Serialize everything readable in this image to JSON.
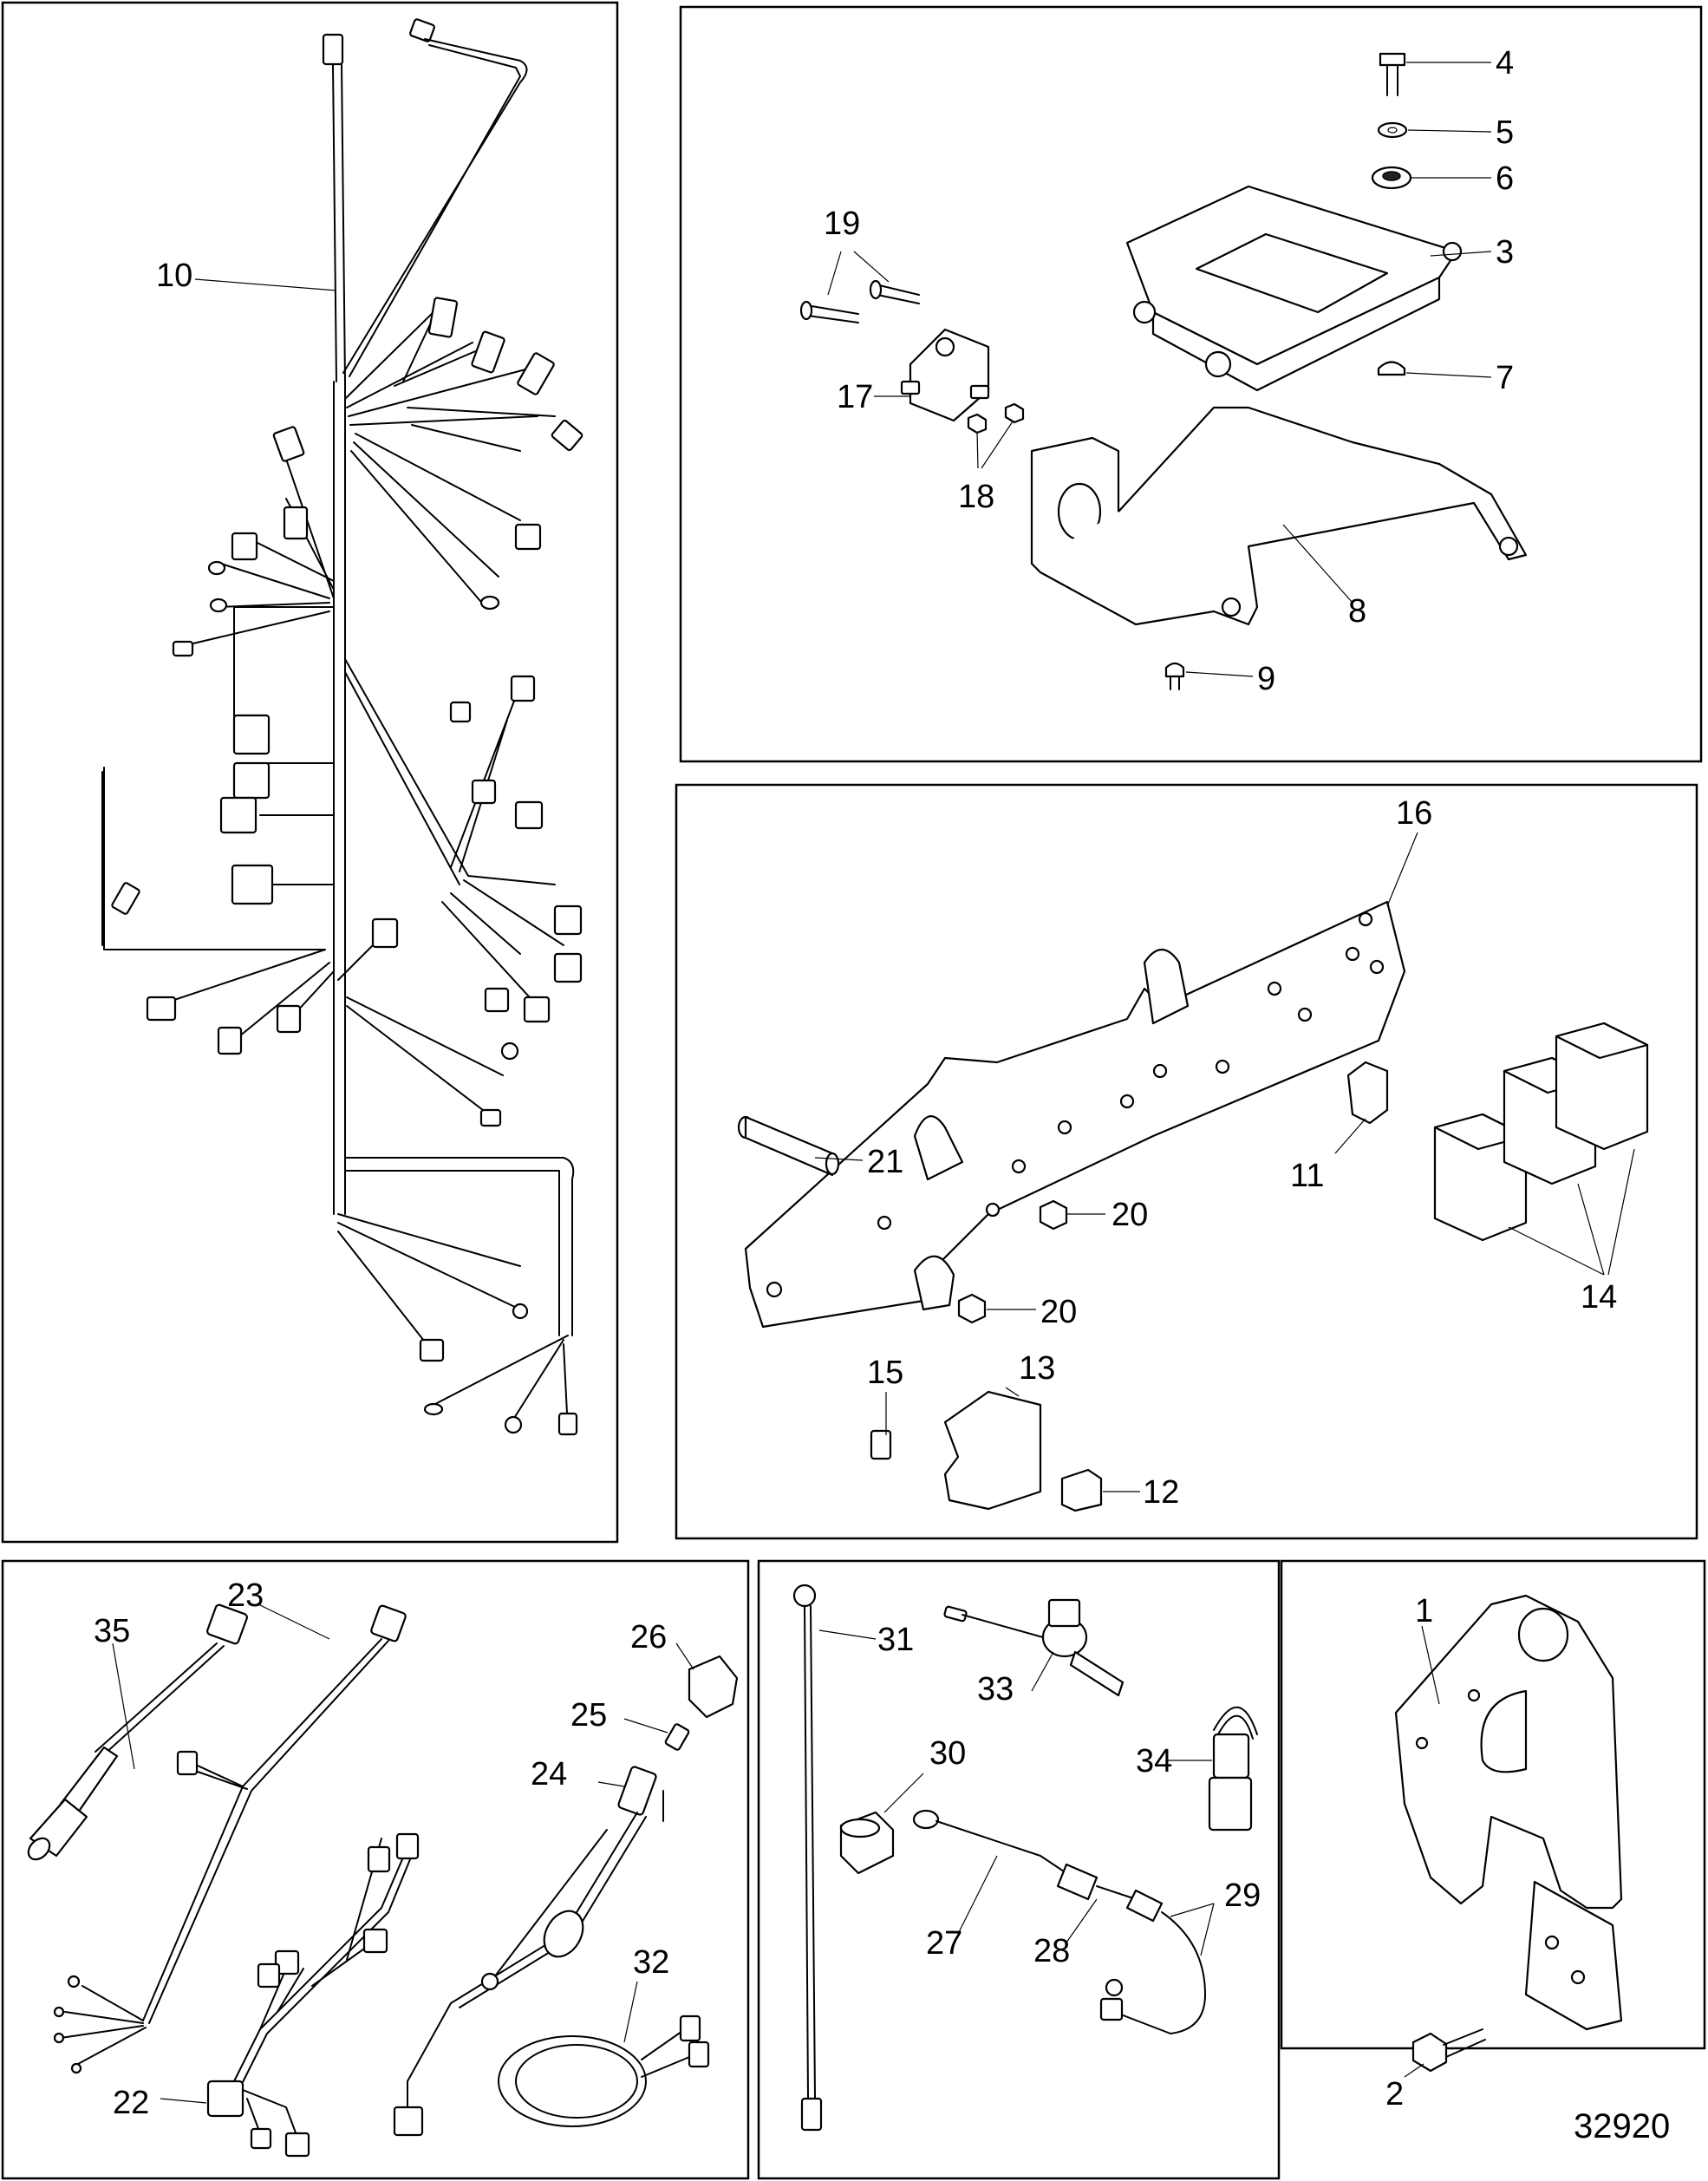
{
  "figure_number": "32920",
  "callouts": {
    "c1": "1",
    "c2": "2",
    "c3": "3",
    "c4": "4",
    "c5": "5",
    "c6": "6",
    "c7": "7",
    "c8": "8",
    "c9": "9",
    "c10": "10",
    "c11": "11",
    "c12": "12",
    "c13": "13",
    "c14": "14",
    "c15": "15",
    "c16": "16",
    "c17": "17",
    "c18": "18",
    "c19": "19",
    "c20a": "20",
    "c20b": "20",
    "c21": "21",
    "c22": "22",
    "c23": "23",
    "c24": "24",
    "c25": "25",
    "c26": "26",
    "c27": "27",
    "c28": "28",
    "c29": "29",
    "c30": "30",
    "c31": "31",
    "c32": "32",
    "c33": "33",
    "c34": "34",
    "c35": "35"
  }
}
